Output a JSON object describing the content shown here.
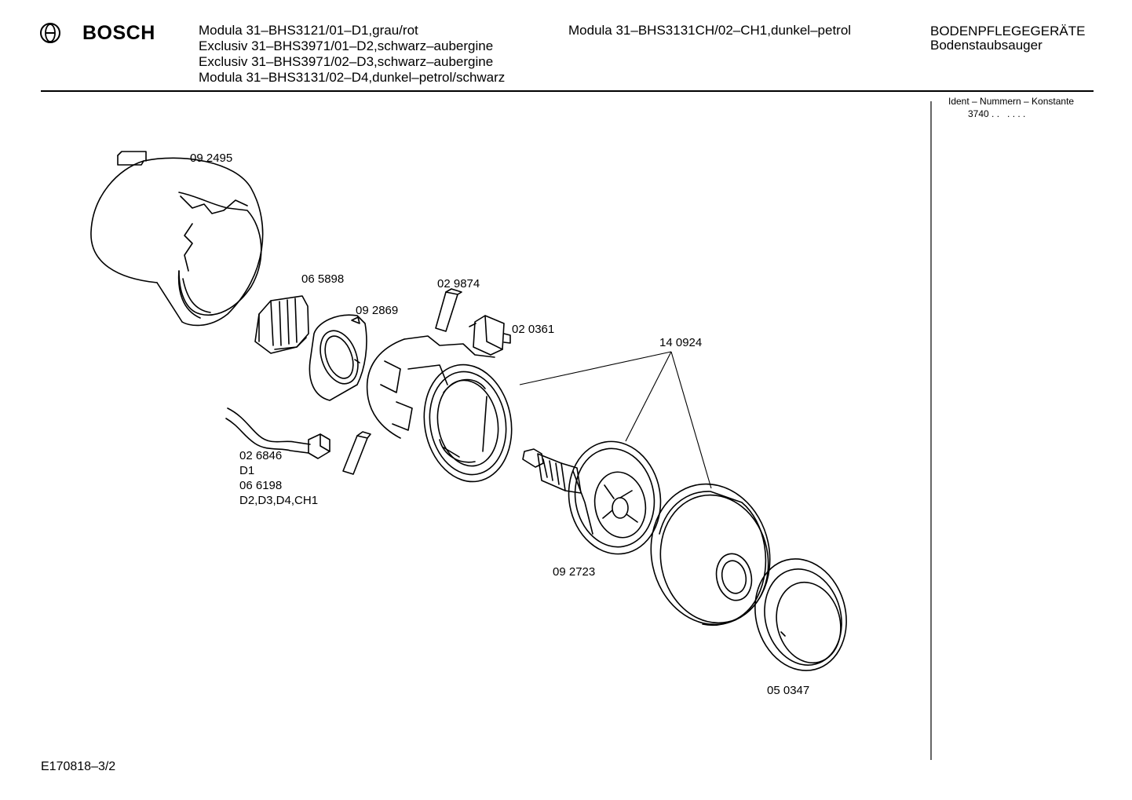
{
  "header": {
    "brand": "BOSCH",
    "models_col1": [
      "Modula 31–BHS3121/01–D1,grau/rot",
      "Exclusiv 31–BHS3971/01–D2,schwarz–aubergine",
      "Exclusiv 31–BHS3971/02–D3,schwarz–aubergine",
      "Modula 31–BHS3131/02–D4,dunkel–petrol/schwarz"
    ],
    "models_col2": "Modula 31–BHS3131CH/02–CH1,dunkel–petrol",
    "category": "BODENPFLEGEGERÄTE",
    "subcategory": "Bodenstaubsauger"
  },
  "sidebar": {
    "ident_title": "Ident – Nummern – Konstante",
    "ident_value": "3740 . .   . . . ."
  },
  "parts": [
    {
      "id": "p1",
      "label": "09 2495"
    },
    {
      "id": "p2",
      "label": "06 5898"
    },
    {
      "id": "p3",
      "label": "09 2869"
    },
    {
      "id": "p4",
      "label": "02 9874"
    },
    {
      "id": "p5",
      "label": "02 0361"
    },
    {
      "id": "p6",
      "label": "14 0924"
    },
    {
      "id": "p7",
      "label": "02 6846"
    },
    {
      "id": "p8",
      "label": "D1"
    },
    {
      "id": "p9",
      "label": "06 6198"
    },
    {
      "id": "p10",
      "label": "D2,D3,D4,CH1"
    },
    {
      "id": "p11",
      "label": "09 2723"
    },
    {
      "id": "p12",
      "label": "05 0347"
    }
  ],
  "footer": {
    "drawing_number": "E170818–3/2"
  }
}
